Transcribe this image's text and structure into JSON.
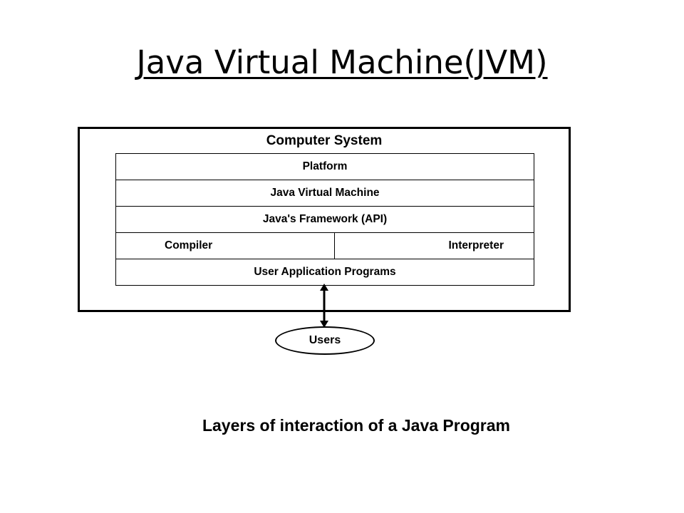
{
  "title": "Java Virtual Machine(JVM)",
  "diagram": {
    "outer_label": "Computer System",
    "layers": [
      {
        "label": "Platform"
      },
      {
        "label": "Java Virtual Machine"
      },
      {
        "label": "Java's Framework (API)"
      },
      {
        "left": "Compiler",
        "right": "Interpreter"
      },
      {
        "label": "User Application Programs"
      }
    ],
    "users_label": "Users",
    "caption": "Layers of interaction of a Java Program"
  }
}
